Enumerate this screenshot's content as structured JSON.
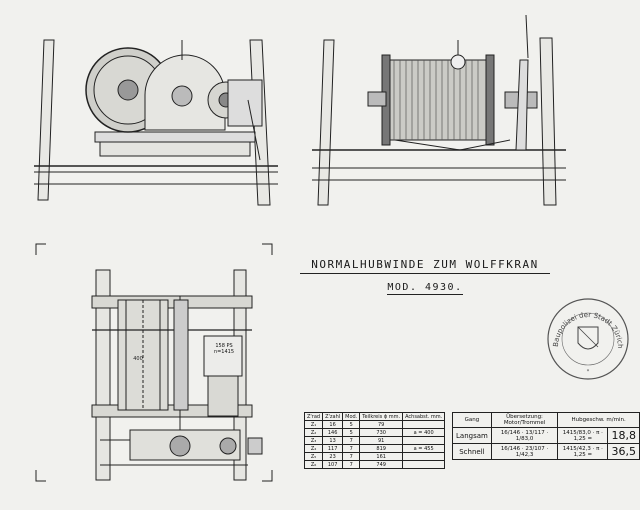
{
  "title": "NORMALHUBWINDE ZUM WOLFFKRAN",
  "subtitle": "MOD. 4930.",
  "stamp_text": "Baupolizei der Stadt Zürich",
  "motor_label": [
    "158 PS",
    "n=1415"
  ],
  "drum_dimension": "400",
  "gear_table": {
    "headers": [
      "Z'rad",
      "Z'zahl",
      "Mod.",
      "Teilkreis ϕ mm.",
      "Achsabst. mm."
    ],
    "rows": [
      [
        "Z₁",
        "16",
        "5",
        "79",
        ""
      ],
      [
        "Z₂",
        "146",
        "5",
        "730",
        "a = 400"
      ],
      [
        "Z₃",
        "13",
        "7",
        "91",
        ""
      ],
      [
        "Z₄",
        "117",
        "7",
        "819",
        "a = 455"
      ],
      [
        "Z₅",
        "23",
        "7",
        "161",
        ""
      ],
      [
        "Z₆",
        "107",
        "7",
        "749",
        ""
      ]
    ]
  },
  "ratio_table": {
    "headers": [
      "Gang",
      "Übersetzung: Motor/Trommel",
      "Hubgeschw. m/min."
    ],
    "rows": [
      {
        "gang": "Langsam",
        "ratio": "16/146 · 13/117 · 1/83,0",
        "calc": "1415/83,0 · π · 1,25 =",
        "result": "18,8"
      },
      {
        "gang": "Schnell",
        "ratio": "16/146 · 23/107 · 1/42,3",
        "calc": "1415/42,3 · π · 1,25 =",
        "result": "36,5"
      }
    ]
  }
}
